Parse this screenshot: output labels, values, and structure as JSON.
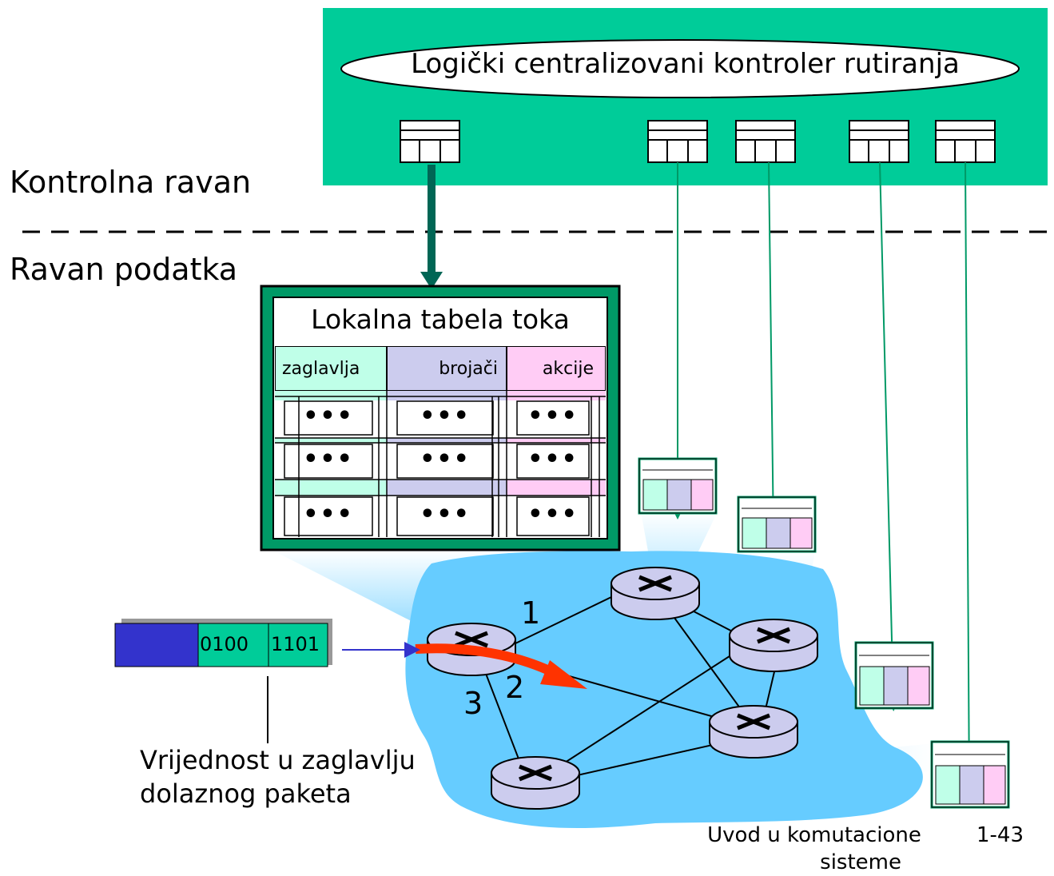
{
  "controller": {
    "label": "Logički centralizovani kontroler rutiranja",
    "color": "#00CC99"
  },
  "planes": {
    "control_label": "Kontrolna ravan",
    "data_label": "Ravan podatka"
  },
  "flow_table": {
    "title": "Lokalna tabela toka",
    "columns": [
      "zaglavlja",
      "brojači",
      "akcije"
    ],
    "cell_text": "•••",
    "column_colors": [
      "#BFFFE8",
      "#CCCCEE",
      "#FFCCF5"
    ]
  },
  "packet": {
    "header_values": [
      "0100",
      "1101"
    ],
    "body_color": "#3333CC",
    "header_color": "#00CC99"
  },
  "port_numbers": [
    "1",
    "2",
    "3"
  ],
  "annotation": {
    "line1": "Vrijednost u zaglavlju",
    "line2": "dolaznog paketa"
  },
  "footer": {
    "title_line1": "Uvod u komutacione",
    "title_line2": "sisteme",
    "page": "1-43"
  },
  "network": {
    "cloud_color": "#66CCFF",
    "router_color": "#CCCCEE",
    "route_arrow_color": "#FF3300"
  }
}
